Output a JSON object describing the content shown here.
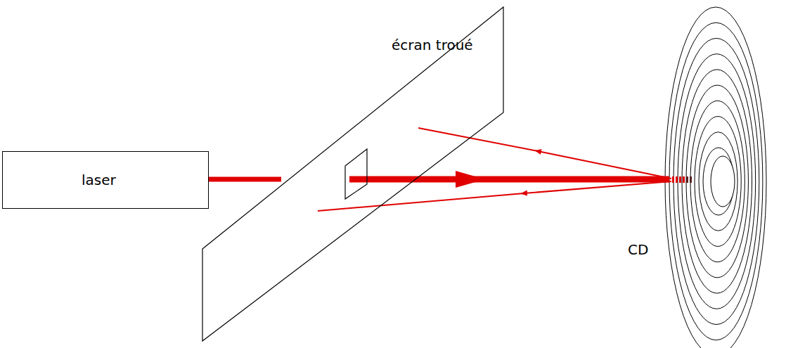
{
  "diagram": {
    "nodes": [
      {
        "text": [
          "laser"
        ]
      },
      {
        "text": [
          "écran troué"
        ]
      }
    ],
    "labels": [
      "CD"
    ]
  }
}
